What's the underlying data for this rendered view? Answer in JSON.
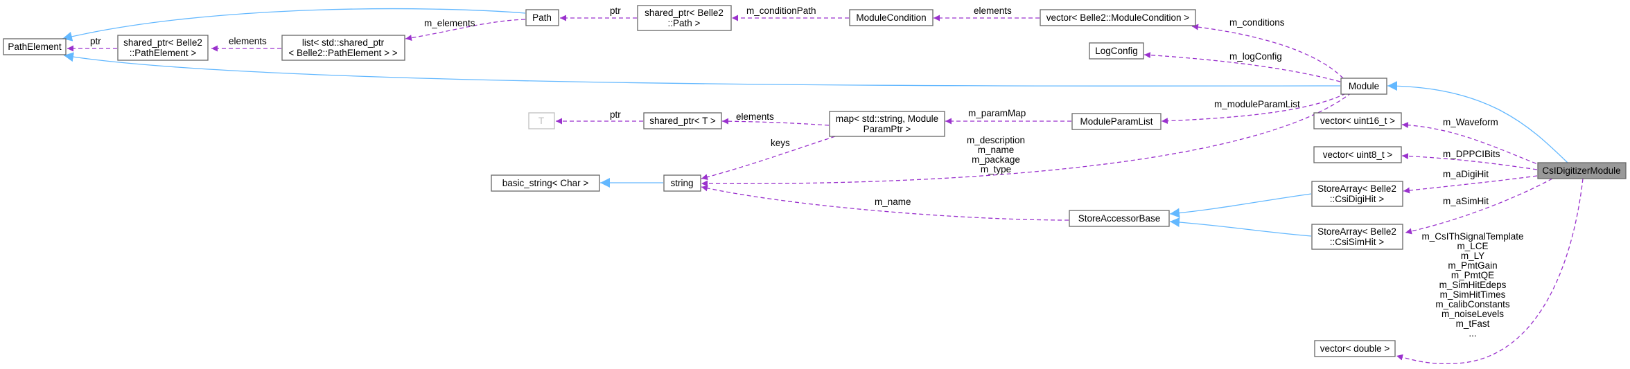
{
  "nodes": {
    "path_element": "PathElement",
    "shared_ptr_pathelement": [
      "shared_ptr< Belle2",
      "::PathElement >"
    ],
    "list_shared_ptr": [
      "list< std::shared_ptr",
      "< Belle2::PathElement > >"
    ],
    "path": "Path",
    "shared_ptr_path": [
      "shared_ptr< Belle2",
      "::Path >"
    ],
    "module_condition": "ModuleCondition",
    "vector_module_condition": "vector< Belle2::ModuleCondition >",
    "log_config": "LogConfig",
    "module": "Module",
    "t": "T",
    "shared_ptr_t": "shared_ptr< T >",
    "map_string_param": [
      "map< std::string, Module",
      "ParamPtr >"
    ],
    "module_param_list": "ModuleParamList",
    "basic_string": "basic_string< Char >",
    "string": "string",
    "store_accessor_base": "StoreAccessorBase",
    "vector_uint16": "vector< uint16_t >",
    "vector_uint8": "vector< uint8_t >",
    "store_array_digihit": [
      "StoreArray< Belle2",
      "::CsiDigiHit >"
    ],
    "store_array_simhit": [
      "StoreArray< Belle2",
      "::CsiSimHit >"
    ],
    "vector_double": "vector< double >",
    "csi_digitizer_module": "CsIDigitizerModule"
  },
  "edge_labels": {
    "ptr_pathelement": "ptr",
    "m_elements": "m_elements",
    "elements_list": "elements",
    "ptr_path": "ptr",
    "m_condition_path": "m_conditionPath",
    "elements_conditions": "elements",
    "m_conditions": "m_conditions",
    "m_log_config": "m_logConfig",
    "m_module_param_list": "m_moduleParamList",
    "m_param_map": "m_paramMap",
    "elements_t": "elements",
    "ptr_t": "ptr",
    "keys": "keys",
    "module_strings": [
      "m_description",
      "m_name",
      "m_package",
      "m_type"
    ],
    "m_name_store": "m_name",
    "m_waveform": "m_Waveform",
    "m_dppci_bits": "m_DPPCIBits",
    "m_adigihit": "m_aDigiHit",
    "m_asimhit": "m_aSimHit",
    "double_members": [
      "m_CsIThSignalTemplate",
      "m_LCE",
      "m_LY",
      "m_PmtGain",
      "m_PmtQE",
      "m_SimHitEdeps",
      "m_SimHitTimes",
      "m_calibConstants",
      "m_noiseLevels",
      "m_tFast",
      "..."
    ]
  },
  "colors": {
    "member_edge": "#9a32cd",
    "inheritance_edge": "#63b8ff",
    "highlight_fill": "#999999",
    "box_border": "#666666"
  }
}
